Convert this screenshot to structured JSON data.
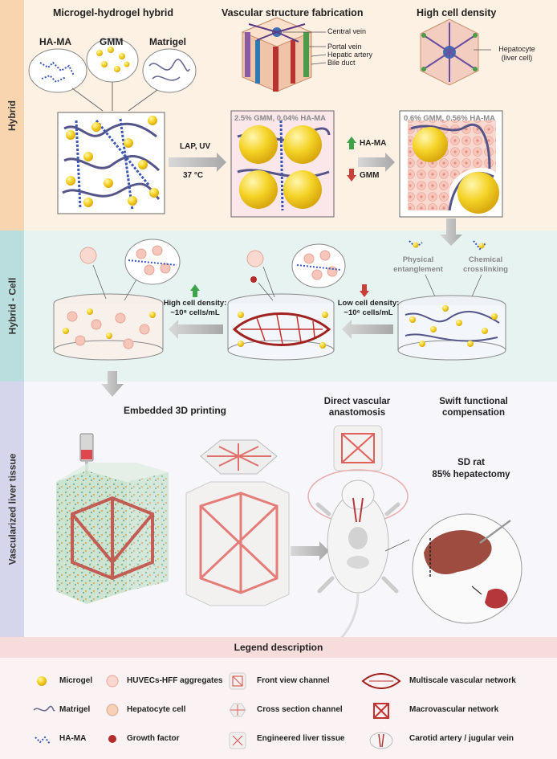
{
  "sections": {
    "hybrid": "Hybrid",
    "hybrid_cell": "Hybrid - Cell",
    "vascularized": "Vascularized liver tissue"
  },
  "hybrid": {
    "col1_title": "Microgel-hydrogel hybrid",
    "col2_title": "Vascular structure fabrication",
    "col3_title": "High cell density",
    "ha_ma": "HA-MA",
    "gmm": "GMM",
    "matrigel": "Matrigel",
    "conditions": "LAP, UV",
    "temp": "37 °C",
    "box2_label": "2.5% GMM, 0.04% HA-MA",
    "box3_label": "0.6% GMM, 0.56% HA-MA",
    "up_label": "HA-MA",
    "down_label": "GMM",
    "lobule_labels": [
      "Central vein",
      "Portal vein",
      "Hepatic artery",
      "Bile duct"
    ],
    "hepatocyte_label": "Hepatocyte (liver cell)"
  },
  "hybrid_cell": {
    "physical": "Physical entanglement",
    "chemical": "Chemical crosslinking",
    "low_density": "Low cell density: ~10⁶ cells/mL",
    "high_density": "High cell density: ~10⁸ cells/mL"
  },
  "tissue": {
    "printing": "Embedded 3D printing",
    "anastomosis": "Direct vascular anastomosis",
    "compensation": "Swift functional compensation",
    "rat": "SD rat",
    "hepatectomy": "85% hepatectomy"
  },
  "legend": {
    "title": "Legend description",
    "items": [
      "Microgel",
      "HUVECs-HFF aggregates",
      "Front view channel",
      "Multiscale vascular network",
      "Matrigel",
      "Hepatocyte cell",
      "Cross section channel",
      "Macrovascular network",
      "HA-MA",
      "Growth factor",
      "Engineered liver tissue",
      "Carotid artery / jugular vein"
    ]
  },
  "colors": {
    "hybrid_bg": "#fdf1e4",
    "hybrid_side": "#f8d5ae",
    "cell_bg": "#e6f3f1",
    "cell_side": "#b9dedd",
    "tissue_bg": "#f4f3fa",
    "tissue_side": "#d5d5ec",
    "legend_bg": "#fbeeee",
    "legend_title_bg": "#f7dcdc",
    "microgel": "#f5d327",
    "vessel": "#c5302f",
    "hama": "#3c56b6"
  }
}
